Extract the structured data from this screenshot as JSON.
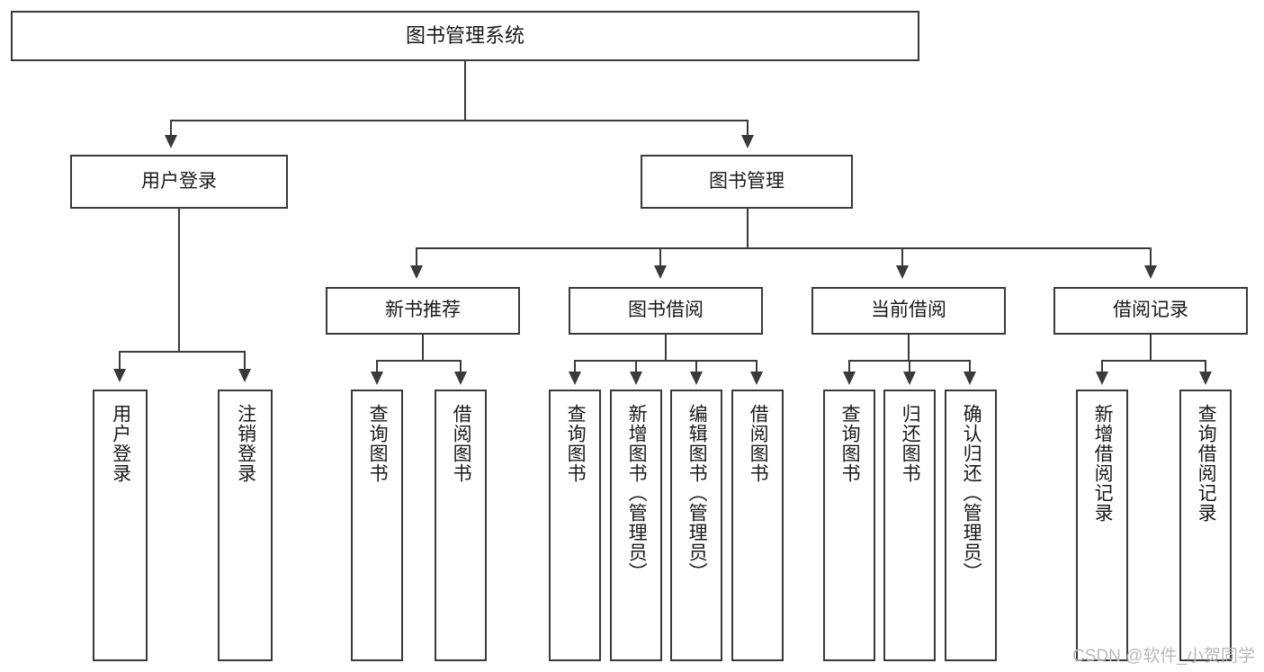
{
  "diagram": {
    "type": "tree-hierarchy-diagram",
    "title": "图书管理系统",
    "watermark": "CSDN @软件_小贺同学",
    "colors": {
      "stroke": "#3a3a3a",
      "fill": "#ffffff",
      "text": "#1a1a1a",
      "watermark": "#b9b9b9"
    },
    "root": {
      "label": "图书管理系统"
    },
    "level1": [
      {
        "label": "用户登录"
      },
      {
        "label": "图书管理"
      }
    ],
    "level2": [
      {
        "label": "新书推荐"
      },
      {
        "label": "图书借阅"
      },
      {
        "label": "当前借阅"
      },
      {
        "label": "借阅记录"
      }
    ],
    "leaves": {
      "user_login": [
        {
          "label": "用户登录"
        },
        {
          "label": "注销登录"
        }
      ],
      "new_book_recommend": [
        {
          "label": "查询图书"
        },
        {
          "label": "借阅图书"
        }
      ],
      "book_borrow": [
        {
          "label": "查询图书"
        },
        {
          "label": "新增图书（管理员）"
        },
        {
          "label": "编辑图书（管理员）"
        },
        {
          "label": "借阅图书"
        }
      ],
      "current_borrow": [
        {
          "label": "查询图书"
        },
        {
          "label": "归还图书"
        },
        {
          "label": "确认归还（管理员）"
        }
      ],
      "borrow_record": [
        {
          "label": "新增借阅记录"
        },
        {
          "label": "查询借阅记录"
        }
      ]
    }
  }
}
